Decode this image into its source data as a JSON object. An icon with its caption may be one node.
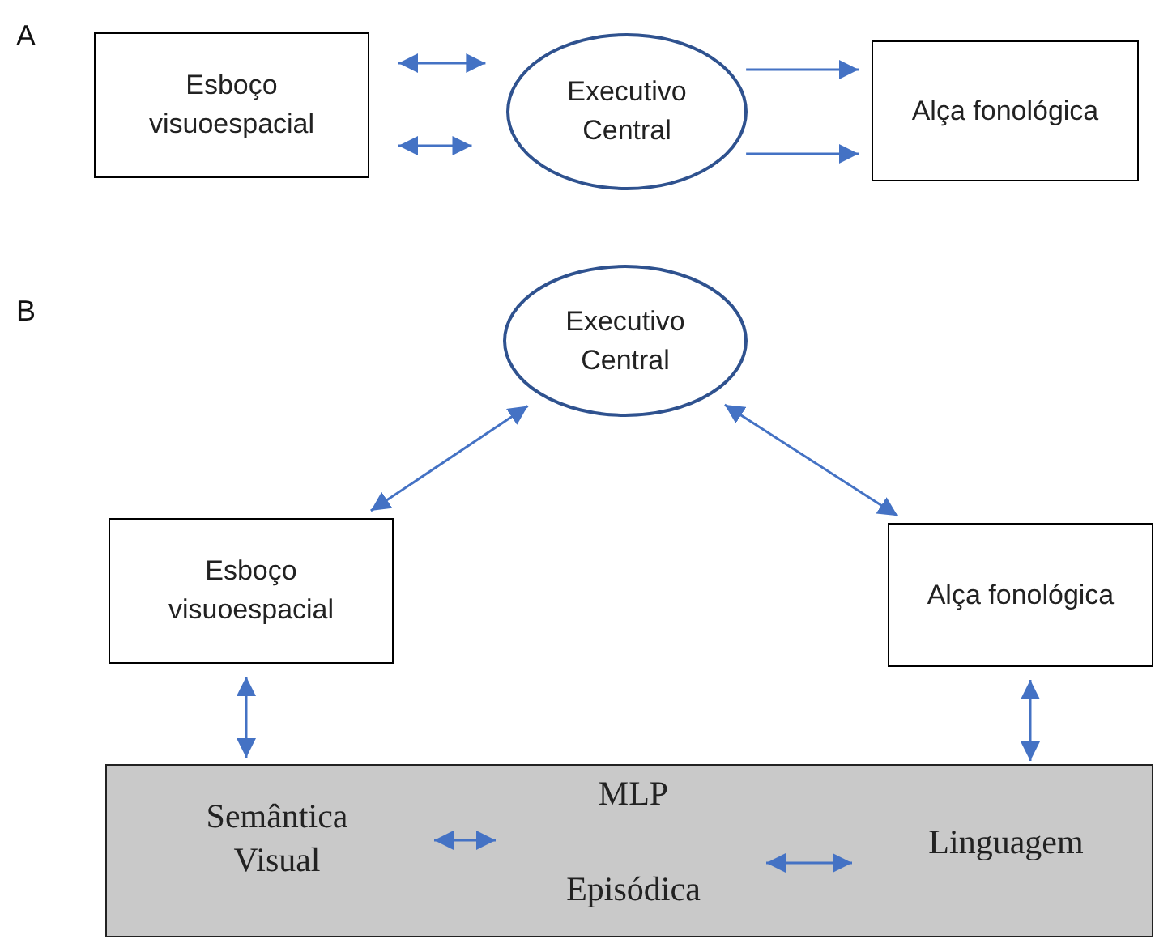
{
  "diagram": {
    "nodes": [
      {
        "text": [
          "Esboço visuoespacial"
        ]
      },
      {
        "text": [
          "Executivo Central"
        ]
      },
      {
        "text": [
          "Alça fonológica"
        ]
      },
      {
        "text": [
          "Executivo Central"
        ]
      },
      {
        "text": [
          "Esboço visuoespacial"
        ]
      },
      {
        "text": [
          "Alça fonológica"
        ]
      },
      {
        "text": [
          "MLP"
        ]
      },
      {
        "text": [
          "Semântica Visual"
        ],
        "in": 6
      },
      {
        "text": [
          "Episódica"
        ],
        "in": 6
      },
      {
        "text": [
          "Linguagem"
        ],
        "in": 6
      }
    ],
    "edges": [
      {
        "from": 0,
        "to": 1,
        "arrow": "both"
      },
      {
        "from": 0,
        "to": 1,
        "arrow": "both"
      },
      {
        "from": 1,
        "to": 2,
        "arrow": "to"
      },
      {
        "from": 1,
        "to": 2,
        "arrow": "to"
      },
      {
        "from": 3,
        "to": 4,
        "arrow": "both"
      },
      {
        "from": 3,
        "to": 5,
        "arrow": "both"
      },
      {
        "from": 4,
        "to": 6,
        "arrow": "both"
      },
      {
        "from": 5,
        "to": 6,
        "arrow": "both"
      },
      {
        "from": 7,
        "to": 8,
        "arrow": "both"
      },
      {
        "from": 8,
        "to": 9,
        "arrow": "both"
      }
    ],
    "labels": [
      "A",
      "B"
    ]
  }
}
